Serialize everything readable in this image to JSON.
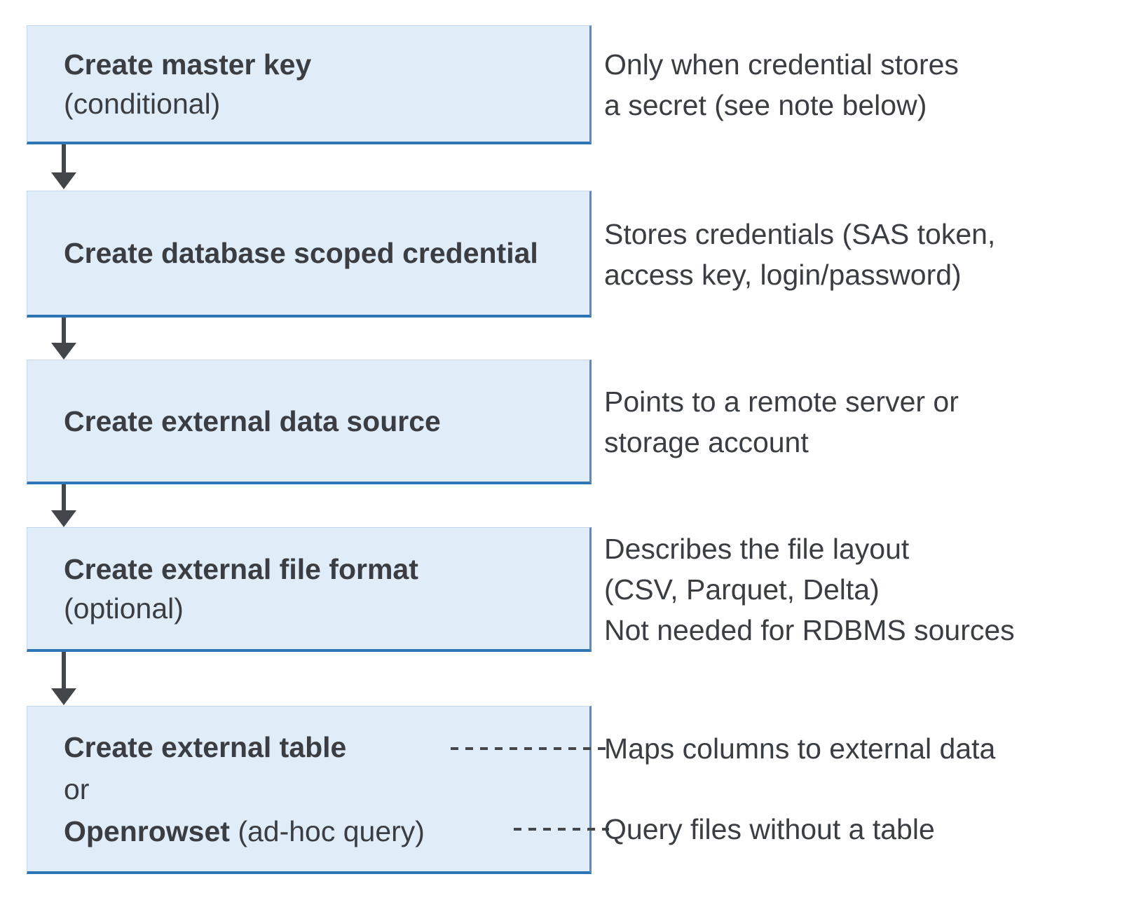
{
  "colors": {
    "box_fill": "#e1ecf9",
    "box_border": "#2e75b6",
    "box_border_soft": "#5a8ac2",
    "box_border_light": "#c3d6ee",
    "line_color": "#43464b",
    "text_color": "#3a3d42"
  },
  "steps": [
    {
      "title": "Create master key",
      "subtitle": "(conditional)",
      "annotation": "Only when credential stores\na secret (see note below)"
    },
    {
      "title": "Create database scoped credential",
      "subtitle": "",
      "annotation": "Stores credentials (SAS token,\naccess key, login/password)"
    },
    {
      "title": "Create external data source",
      "subtitle": "",
      "annotation": "Points to a remote server or\nstorage account"
    },
    {
      "title": "Create external file format",
      "subtitle": "(optional)",
      "annotation": "Describes the file layout\n(CSV, Parquet, Delta)\nNot needed for RDBMS sources"
    }
  ],
  "final_step": {
    "line1_bold": "Create external table",
    "line2": "or",
    "line3_bold": "Openrowset",
    "line3_regular": " (ad-hoc query)",
    "annotation_table": "Maps columns to external data",
    "annotation_openrowset": "Query files without a table"
  }
}
